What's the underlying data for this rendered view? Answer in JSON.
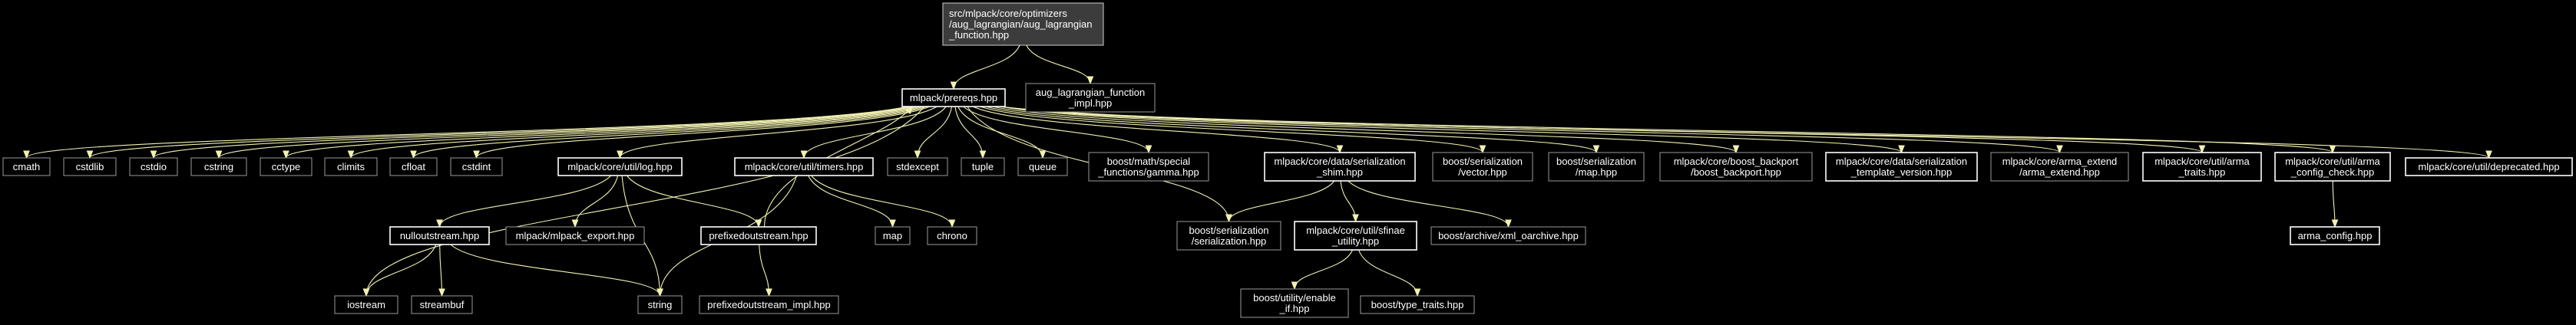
{
  "title": "src/mlpack/core/optimizers/aug_lagrangian/aug_lagrangian_function.hpp",
  "colors": {
    "background": "#000000",
    "edge": "#f2f2b2",
    "root_fill": "#3c3c3c",
    "text": "#ffffff"
  },
  "nodes": [
    {
      "id": "root",
      "lines": [
        "src/mlpack/core/optimizers",
        "/aug_lagrangian/aug_lagrangian",
        "_function.hpp"
      ],
      "kind": "root"
    },
    {
      "id": "prereqs",
      "lines": [
        "mlpack/prereqs.hpp"
      ],
      "kind": "linked"
    },
    {
      "id": "aug_impl",
      "lines": [
        "aug_lagrangian_function",
        "_impl.hpp"
      ],
      "kind": "plain"
    },
    {
      "id": "cmath",
      "lines": [
        "cmath"
      ],
      "kind": "plain"
    },
    {
      "id": "cstdlib",
      "lines": [
        "cstdlib"
      ],
      "kind": "plain"
    },
    {
      "id": "cstdio",
      "lines": [
        "cstdio"
      ],
      "kind": "plain"
    },
    {
      "id": "cstring",
      "lines": [
        "cstring"
      ],
      "kind": "plain"
    },
    {
      "id": "cctype",
      "lines": [
        "cctype"
      ],
      "kind": "plain"
    },
    {
      "id": "climits",
      "lines": [
        "climits"
      ],
      "kind": "plain"
    },
    {
      "id": "cfloat",
      "lines": [
        "cfloat"
      ],
      "kind": "plain"
    },
    {
      "id": "cstdint",
      "lines": [
        "cstdint"
      ],
      "kind": "plain"
    },
    {
      "id": "log",
      "lines": [
        "mlpack/core/util/log.hpp"
      ],
      "kind": "linked"
    },
    {
      "id": "timers",
      "lines": [
        "mlpack/core/util/timers.hpp"
      ],
      "kind": "linked"
    },
    {
      "id": "stdexcept",
      "lines": [
        "stdexcept"
      ],
      "kind": "plain"
    },
    {
      "id": "tuple",
      "lines": [
        "tuple"
      ],
      "kind": "plain"
    },
    {
      "id": "queue",
      "lines": [
        "queue"
      ],
      "kind": "plain"
    },
    {
      "id": "gamma",
      "lines": [
        "boost/math/special",
        "_functions/gamma.hpp"
      ],
      "kind": "plain"
    },
    {
      "id": "shim",
      "lines": [
        "mlpack/core/data/serialization",
        "_shim.hpp"
      ],
      "kind": "linked"
    },
    {
      "id": "bvector",
      "lines": [
        "boost/serialization",
        "/vector.hpp"
      ],
      "kind": "plain"
    },
    {
      "id": "bmap",
      "lines": [
        "boost/serialization",
        "/map.hpp"
      ],
      "kind": "plain"
    },
    {
      "id": "backport",
      "lines": [
        "mlpack/core/boost_backport",
        "/boost_backport.hpp"
      ],
      "kind": "plain"
    },
    {
      "id": "templver",
      "lines": [
        "mlpack/core/data/serialization",
        "_template_version.hpp"
      ],
      "kind": "linked"
    },
    {
      "id": "armaext",
      "lines": [
        "mlpack/core/arma_extend",
        "/arma_extend.hpp"
      ],
      "kind": "plain"
    },
    {
      "id": "armatraits",
      "lines": [
        "mlpack/core/util/arma",
        "_traits.hpp"
      ],
      "kind": "linked"
    },
    {
      "id": "armacheck",
      "lines": [
        "mlpack/core/util/arma",
        "_config_check.hpp"
      ],
      "kind": "linked"
    },
    {
      "id": "deprecated",
      "lines": [
        "mlpack/core/util/deprecated.hpp"
      ],
      "kind": "linked"
    },
    {
      "id": "nullout",
      "lines": [
        "nulloutstream.hpp"
      ],
      "kind": "linked"
    },
    {
      "id": "export",
      "lines": [
        "mlpack/mlpack_export.hpp"
      ],
      "kind": "plain"
    },
    {
      "id": "prefixed",
      "lines": [
        "prefixedoutstream.hpp"
      ],
      "kind": "linked"
    },
    {
      "id": "bmapstd",
      "lines": [
        "map"
      ],
      "kind": "plain"
    },
    {
      "id": "chrono",
      "lines": [
        "chrono"
      ],
      "kind": "plain"
    },
    {
      "id": "bserial",
      "lines": [
        "boost/serialization",
        "/serialization.hpp"
      ],
      "kind": "plain"
    },
    {
      "id": "sfinae",
      "lines": [
        "mlpack/core/util/sfinae",
        "_utility.hpp"
      ],
      "kind": "linked"
    },
    {
      "id": "xmlo",
      "lines": [
        "boost/archive/xml_oarchive.hpp"
      ],
      "kind": "plain"
    },
    {
      "id": "armaconfig",
      "lines": [
        "arma_config.hpp"
      ],
      "kind": "linked"
    },
    {
      "id": "iostream",
      "lines": [
        "iostream"
      ],
      "kind": "plain"
    },
    {
      "id": "streambuf",
      "lines": [
        "streambuf"
      ],
      "kind": "plain"
    },
    {
      "id": "string",
      "lines": [
        "string"
      ],
      "kind": "plain"
    },
    {
      "id": "prefimpl",
      "lines": [
        "prefixedoutstream_impl.hpp"
      ],
      "kind": "plain"
    },
    {
      "id": "enableif",
      "lines": [
        "boost/utility/enable",
        "_if.hpp"
      ],
      "kind": "plain"
    },
    {
      "id": "typetraits",
      "lines": [
        "boost/type_traits.hpp"
      ],
      "kind": "plain"
    }
  ],
  "edges": [
    [
      "root",
      "prereqs"
    ],
    [
      "root",
      "aug_impl"
    ],
    [
      "prereqs",
      "cmath"
    ],
    [
      "prereqs",
      "cstdlib"
    ],
    [
      "prereqs",
      "cstdio"
    ],
    [
      "prereqs",
      "cstring"
    ],
    [
      "prereqs",
      "cctype"
    ],
    [
      "prereqs",
      "climits"
    ],
    [
      "prereqs",
      "cfloat"
    ],
    [
      "prereqs",
      "cstdint"
    ],
    [
      "prereqs",
      "iostream"
    ],
    [
      "prereqs",
      "log"
    ],
    [
      "prereqs",
      "timers"
    ],
    [
      "prereqs",
      "stdexcept"
    ],
    [
      "prereqs",
      "tuple"
    ],
    [
      "prereqs",
      "queue"
    ],
    [
      "prereqs",
      "gamma"
    ],
    [
      "prereqs",
      "bserial"
    ],
    [
      "prereqs",
      "shim"
    ],
    [
      "prereqs",
      "bvector"
    ],
    [
      "prereqs",
      "bmap"
    ],
    [
      "prereqs",
      "backport"
    ],
    [
      "prereqs",
      "templver"
    ],
    [
      "prereqs",
      "armaext"
    ],
    [
      "prereqs",
      "armatraits"
    ],
    [
      "prereqs",
      "armacheck"
    ],
    [
      "prereqs",
      "deprecated"
    ],
    [
      "log",
      "nullout"
    ],
    [
      "log",
      "export"
    ],
    [
      "log",
      "prefixed"
    ],
    [
      "log",
      "string"
    ],
    [
      "nullout",
      "iostream"
    ],
    [
      "nullout",
      "streambuf"
    ],
    [
      "nullout",
      "string"
    ],
    [
      "prefixed",
      "prereqs"
    ],
    [
      "prefixed",
      "prefimpl"
    ],
    [
      "timers",
      "bmapstd"
    ],
    [
      "timers",
      "chrono"
    ],
    [
      "timers",
      "string"
    ],
    [
      "shim",
      "bserial"
    ],
    [
      "shim",
      "sfinae"
    ],
    [
      "shim",
      "xmlo"
    ],
    [
      "sfinae",
      "enableif"
    ],
    [
      "sfinae",
      "typetraits"
    ],
    [
      "armacheck",
      "armaconfig"
    ]
  ]
}
